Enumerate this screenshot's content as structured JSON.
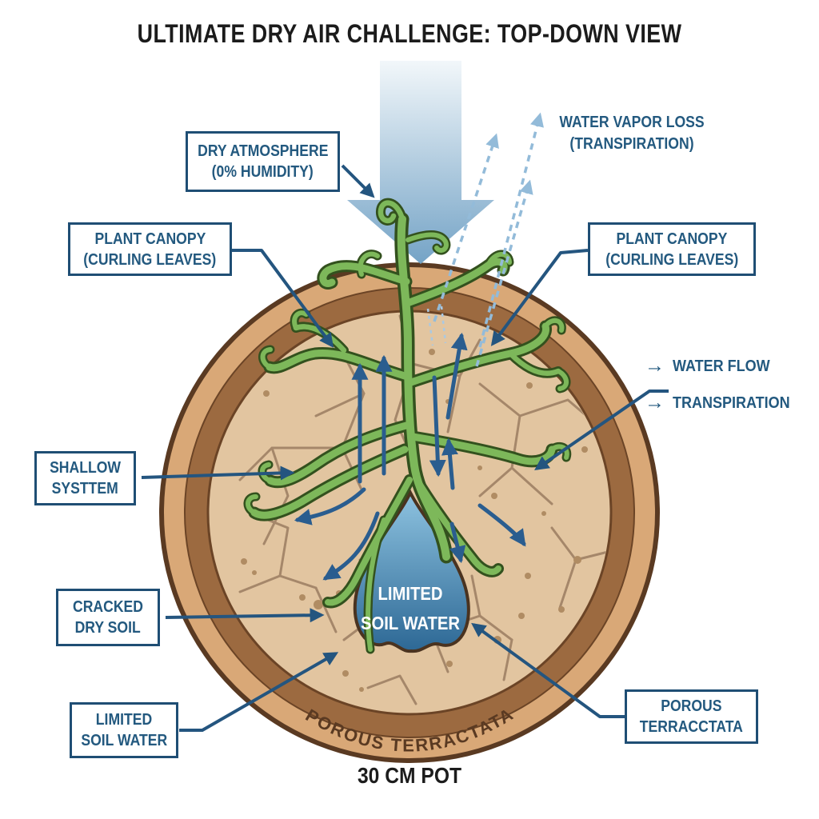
{
  "title": "ULTIMATE DRY AIR CHALLENGE: TOP-DOWN VIEW",
  "labels": {
    "dry_atmosphere": {
      "line1": "DRY ATMOSPHERE",
      "line2": "(0% HUMIDITY)"
    },
    "water_vapor_loss": {
      "line1": "WATER VAPOR LOSS",
      "line2": "(TRANSPIRATION)"
    },
    "plant_canopy_left": {
      "line1": "PLANT CANOPY",
      "line2": "(CURLING LEAVES)"
    },
    "plant_canopy_right": {
      "line1": "PLANT CANOPY",
      "line2": "(CURLING LEAVES)"
    },
    "shallow_system": {
      "line1": "SHALLOW",
      "line2": "SYSTTEM"
    },
    "cracked_dry_soil": {
      "line1": "CRACKED",
      "line2": "DRY SOIL"
    },
    "limited_soil_water_label": {
      "line1": "LIMITED",
      "line2": "SOIL WATER"
    },
    "porous_terracctata": {
      "line1": "POROUS",
      "line2": "TERRACCTATA"
    },
    "water_blob": {
      "line1": "LIMITED",
      "line2": "SOIL WATER"
    },
    "rim_text": "POROUS TERRACTATA",
    "pot_size": "30 CM POT"
  },
  "legend": {
    "arrow_glyph": "→",
    "water_flow": "WATER FLOW",
    "transpiration": "TRANSPIRATION"
  },
  "colors": {
    "label_text": "#23597f",
    "box_border": "#1f4e74",
    "title": "#1b1b1b",
    "big_arrow_top": "#eef5f9",
    "big_arrow_bottom": "#74a3c6",
    "dashed_arrow": "#93bbd9",
    "flow_arrow": "#2a5d8f",
    "pot_rim_light": "#d9a877",
    "pot_rim_dark": "#9c6a40",
    "soil": "#e2c5a0",
    "crack": "#a5876a",
    "plant_green": "#7db85a",
    "plant_outline": "#33511e",
    "water_blob_top": "#8ec3e0",
    "water_blob_bottom": "#2d6895",
    "rim_text": "#5a3a22"
  }
}
